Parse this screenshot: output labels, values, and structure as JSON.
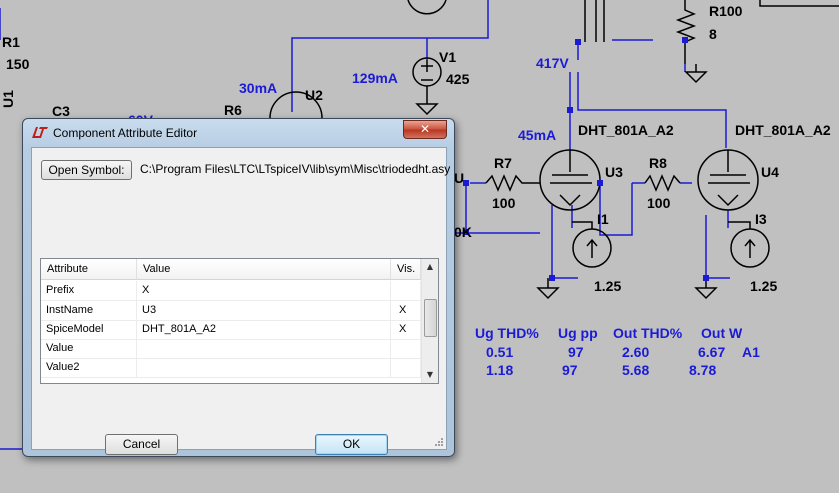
{
  "dialog": {
    "title": "Component Attribute Editor",
    "close_glyph": "✕",
    "open_symbol_label": "Open Symbol:",
    "symbol_path": "C:\\Program Files\\LTC\\LTspiceIV\\lib\\sym\\Misc\\triodedht.asy",
    "table": {
      "columns": [
        "Attribute",
        "Value",
        "Vis."
      ],
      "rows": [
        {
          "attribute": "Prefix",
          "value": "X",
          "vis": ""
        },
        {
          "attribute": "InstName",
          "value": "U3",
          "vis": "X"
        },
        {
          "attribute": "SpiceModel",
          "value": "DHT_801A_A2",
          "vis": "X"
        },
        {
          "attribute": "Value",
          "value": "",
          "vis": ""
        },
        {
          "attribute": "Value2",
          "value": "",
          "vis": ""
        }
      ]
    },
    "cancel_label": "Cancel",
    "ok_label": "OK"
  },
  "schematic": {
    "labels": {
      "r1": "R1",
      "r1_val": "150",
      "u1": "U1",
      "c3": "C3",
      "r6": "R6",
      "u2": "U2",
      "u2_current": "30mA",
      "v1": "V1",
      "v1_val": "425",
      "v1_current": "129mA",
      "node_voltage": "417V",
      "r100": "R100",
      "r100_val": "8",
      "u3_current": "45mA",
      "u3_model": "DHT_801A_A2",
      "u4_model": "DHT_801A_A2",
      "r7": "R7",
      "r7_val": "100",
      "u3": "U3",
      "r8": "R8",
      "r8_val": "100",
      "u4": "U4",
      "i1": "I1",
      "i1_val": "1.25",
      "i3": "I3",
      "i3_val": "1.25",
      "partial_k": "0K",
      "partial_60v": "60V",
      "partial_u": "U"
    },
    "thd_table": {
      "headers": [
        "Ug THD%",
        "Ug pp",
        "Out THD%",
        "Out W"
      ],
      "rows": [
        [
          "0.51",
          "97",
          "2.60",
          "6.67",
          "A1"
        ],
        [
          "1.18",
          "97",
          "5.68",
          "8.78",
          ""
        ]
      ]
    },
    "colors": {
      "background": "#c0c0c0",
      "wire": "#1b1bd6",
      "component": "#000000",
      "label_blue": "#1b1bd6"
    }
  }
}
